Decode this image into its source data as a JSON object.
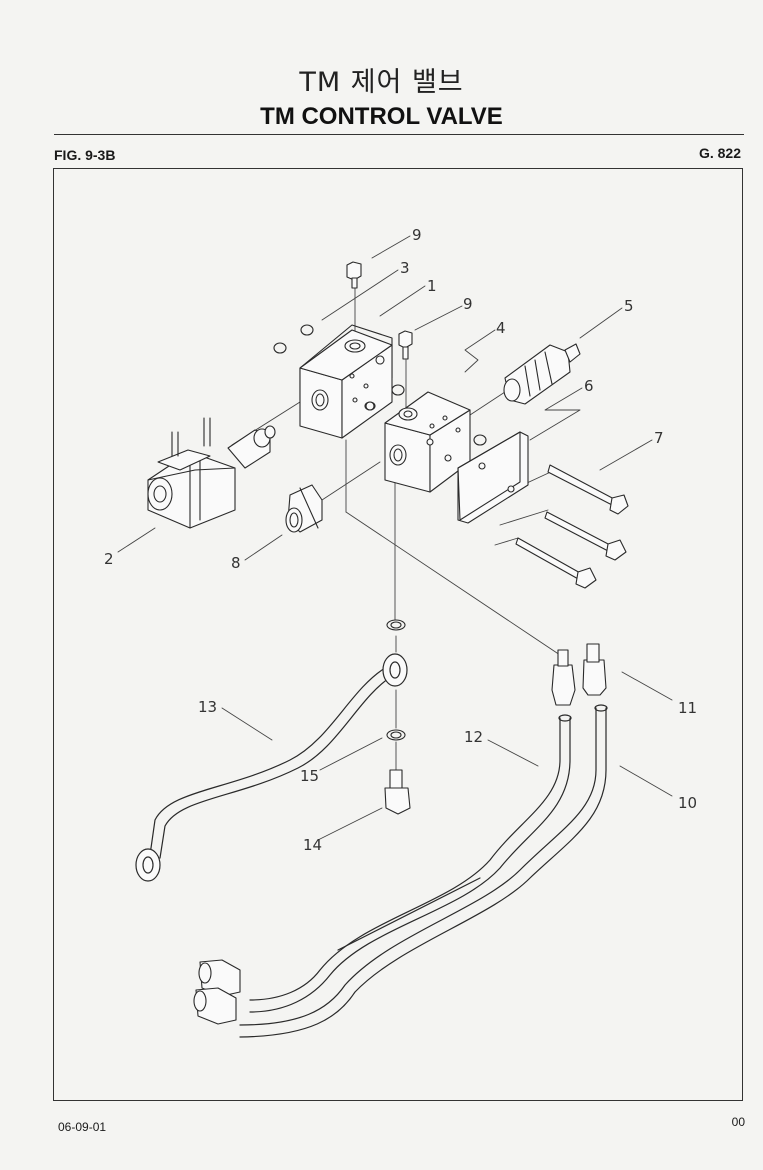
{
  "header": {
    "title_korean": "TM 제어 밸브",
    "title_english": "TM CONTROL VALVE",
    "figure_number": "FIG. 9-3B",
    "page_code": "G. 822"
  },
  "diagram": {
    "callouts": [
      "9",
      "3",
      "1",
      "9",
      "4",
      "5",
      "6",
      "7",
      "2",
      "8",
      "13",
      "15",
      "14",
      "12",
      "11",
      "10"
    ]
  },
  "footer": {
    "date": "06-09-01",
    "page": "00"
  }
}
